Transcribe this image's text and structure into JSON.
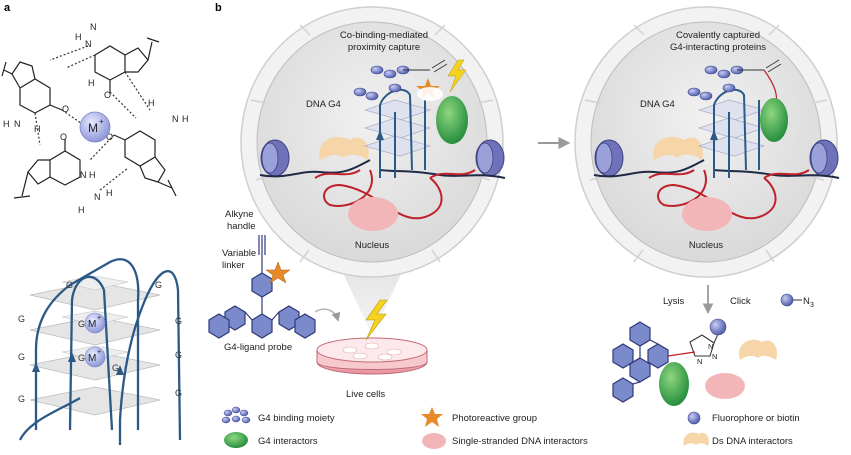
{
  "panel_a": {
    "label": "a",
    "metal": "M",
    "metal_charge": "+",
    "atoms": {
      "N": "N",
      "H": "H",
      "O": "O",
      "NH_left_top": "N",
      "H_left_top": "H",
      "NH2_bottom": "N",
      "H_bottom": "H"
    },
    "quad_g": "G"
  },
  "panel_b": {
    "label": "b",
    "nucleus1_title_line1": "Co-binding-mediated",
    "nucleus1_title_line2": "proximity capture",
    "nucleus2_title_line1": "Covalently captured",
    "nucleus2_title_line2": "G4-interacting proteins",
    "dna_g4": "DNA G4",
    "nucleus": "Nucleus",
    "alkyne_line1": "Alkyne",
    "alkyne_line2": "handle",
    "variable_line1": "Variable",
    "variable_line2": "linker",
    "probe": "G4-ligand probe",
    "live_cells": "Live cells",
    "lysis": "Lysis",
    "click": "Click",
    "azide": "N",
    "azide_sub": "3",
    "triazole_n1": "N",
    "triazole_n2": "N",
    "triazole_n3": "N"
  },
  "legend": {
    "g4_binding": "G4 binding moiety",
    "g4_interactors": "G4 interactors",
    "photoreactive": "Photoreactive group",
    "ssdna": "Single-stranded DNA interactors",
    "fluorophore": "Fluorophore or biotin",
    "dsdna": "Ds DNA interactors"
  },
  "colors": {
    "strand_blue": "#2c5a86",
    "strand_red": "#c0202a",
    "nucleus_fill": "#e4e4e4",
    "cell_fill": "#efefef",
    "green": "#3fae49",
    "pink": "#f3b6b8",
    "tan": "#f6d6a8",
    "star": "#e8892a",
    "probe_blue": "#5a6bb5",
    "bolt": "#f4d21e"
  }
}
